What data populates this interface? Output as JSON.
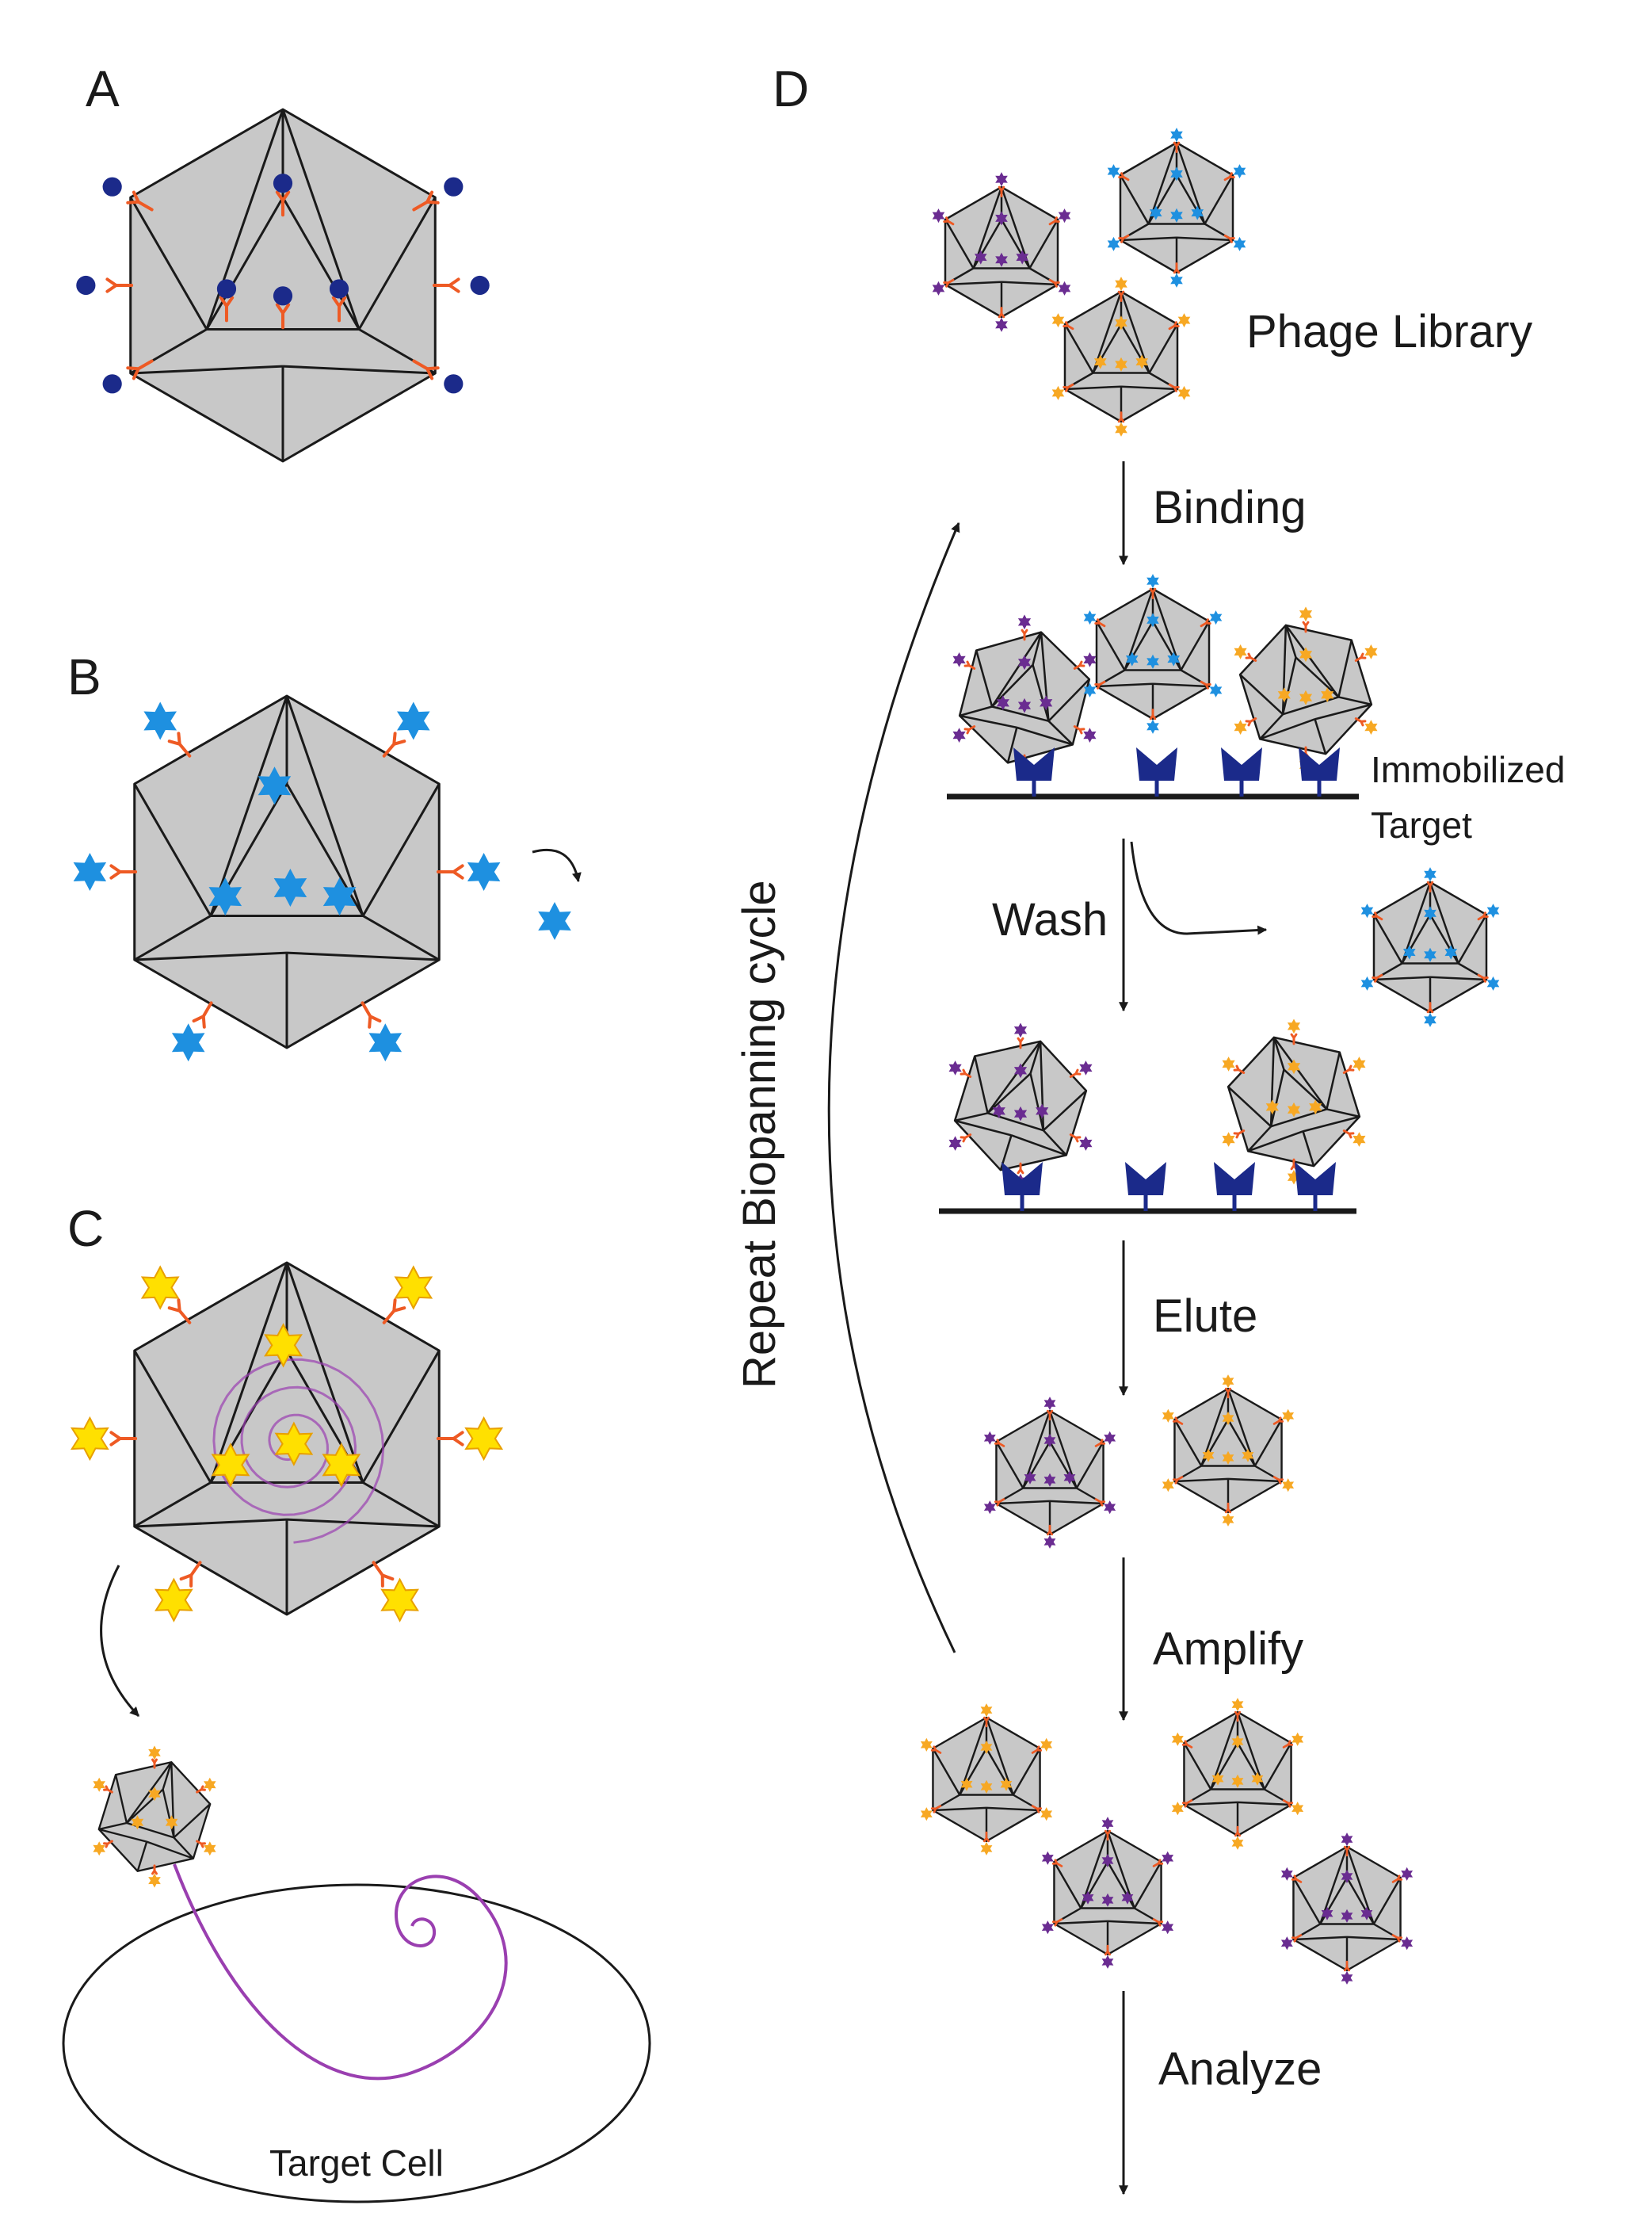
{
  "panels": {
    "a": "A",
    "b": "B",
    "c": "C",
    "d": "D"
  },
  "panel_d": {
    "library": "Phage Library",
    "binding": "Binding",
    "target": {
      "line1": "Immobilized",
      "line2": "Target"
    },
    "wash": "Wash",
    "elute": "Elute",
    "amplify": "Amplify",
    "analyze": "Analyze",
    "repeat": "Repeat Biopanning cycle"
  },
  "panel_c": {
    "cell": "Target Cell"
  },
  "colors": {
    "capsid": "#c8c8c8",
    "edge": "#1a1a1a",
    "linker": "#ee5a24",
    "ligand_dot": "#1b2a8a",
    "blue_star": "#1e90e0",
    "yellow_star": "#ffe000",
    "orange_star": "#f7a823",
    "purple_star": "#6a2c91",
    "target_protein": "#1b2a8a",
    "genome": "#9a3fb0"
  }
}
